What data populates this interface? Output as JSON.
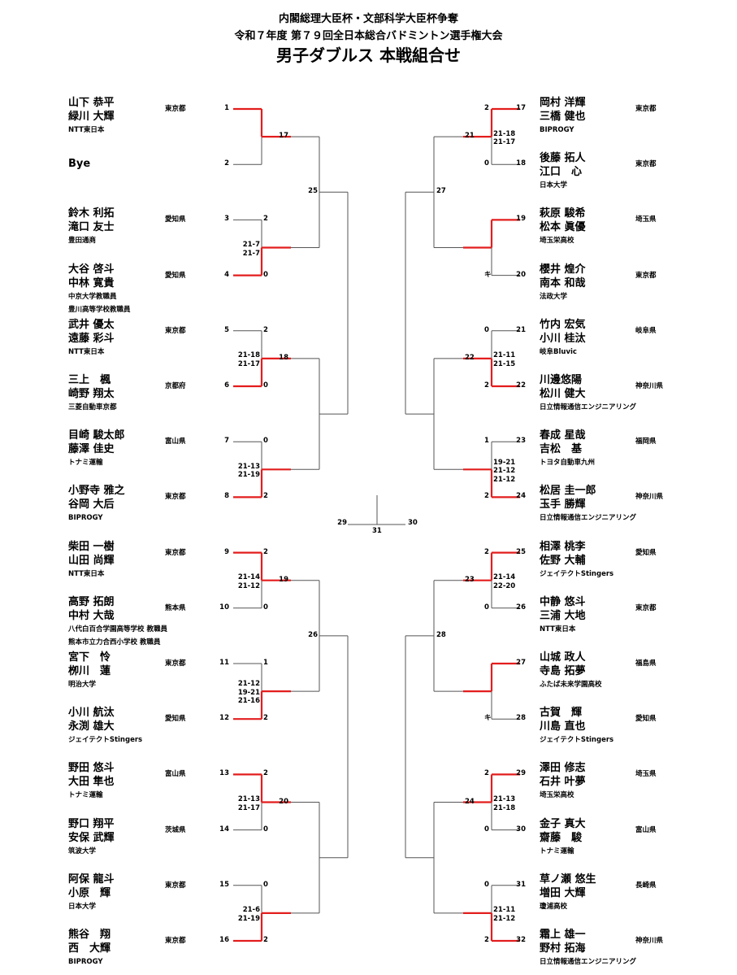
{
  "header": {
    "line1": "内閣総理大臣杯・文部科学大臣杯争奪",
    "line2": "令和７年度 第７９回全日本総合バドミントン選手権大会",
    "title": "男子ダブルス 本戦組合せ"
  },
  "left": [
    {
      "seed": "1",
      "names": [
        "山下 恭平",
        "緑川 大輝"
      ],
      "teams": [
        "NTT東日本"
      ],
      "pref": "東京都",
      "score": ""
    },
    {
      "seed": "2",
      "names": [
        "Bye"
      ],
      "teams": [],
      "pref": "",
      "score": ""
    },
    {
      "seed": "3",
      "names": [
        "鈴木 利拓",
        "滝口 友士"
      ],
      "teams": [
        "豊田通商"
      ],
      "pref": "愛知県",
      "score": "2"
    },
    {
      "seed": "4",
      "names": [
        "大谷 啓斗",
        "中林 寛貴"
      ],
      "teams": [
        "中京大学教職員",
        "豊川高等学校教職員"
      ],
      "pref": "愛知県",
      "score": "0"
    },
    {
      "seed": "5",
      "names": [
        "武井 優太",
        "遠藤 彩斗"
      ],
      "teams": [
        "NTT東日本"
      ],
      "pref": "東京都",
      "score": "2"
    },
    {
      "seed": "6",
      "names": [
        "三上　楓",
        "崎野 翔太"
      ],
      "teams": [
        "三菱自動車京都"
      ],
      "pref": "京都府",
      "score": "0"
    },
    {
      "seed": "7",
      "names": [
        "目崎 駿太郎",
        "藤澤 佳史"
      ],
      "teams": [
        "トナミ運輸"
      ],
      "pref": "富山県",
      "score": "0"
    },
    {
      "seed": "8",
      "names": [
        "小野寺 雅之",
        "谷岡 大后"
      ],
      "teams": [
        "BIPROGY"
      ],
      "pref": "東京都",
      "score": "2"
    },
    {
      "seed": "9",
      "names": [
        "柴田 一樹",
        "山田 尚輝"
      ],
      "teams": [
        "NTT東日本"
      ],
      "pref": "東京都",
      "score": "2"
    },
    {
      "seed": "10",
      "names": [
        "高野 拓朗",
        "中村 大哉"
      ],
      "teams": [
        "八代白百合学園高等学校 教職員",
        "熊本市立力合西小学校 教職員"
      ],
      "pref": "熊本県",
      "score": "0"
    },
    {
      "seed": "11",
      "names": [
        "宮下　怜",
        "栁川　蓮"
      ],
      "teams": [
        "明治大学"
      ],
      "pref": "東京都",
      "score": "1"
    },
    {
      "seed": "12",
      "names": [
        "小川 航汰",
        "永渕 雄大"
      ],
      "teams": [
        "ジェイテクトStingers"
      ],
      "pref": "愛知県",
      "score": "2"
    },
    {
      "seed": "13",
      "names": [
        "野田 悠斗",
        "大田 隼也"
      ],
      "teams": [
        "トナミ運輸"
      ],
      "pref": "富山県",
      "score": "2"
    },
    {
      "seed": "14",
      "names": [
        "野口 翔平",
        "安保 武輝"
      ],
      "teams": [
        "筑波大学"
      ],
      "pref": "茨城県",
      "score": "0"
    },
    {
      "seed": "15",
      "names": [
        "阿保 龍斗",
        "小原　輝"
      ],
      "teams": [
        "日本大学"
      ],
      "pref": "東京都",
      "score": "0"
    },
    {
      "seed": "16",
      "names": [
        "熊谷　翔",
        "西　大輝"
      ],
      "teams": [
        "BIPROGY"
      ],
      "pref": "東京都",
      "score": "2"
    }
  ],
  "right": [
    {
      "seed": "17",
      "names": [
        "岡村 洋輝",
        "三橋 健也"
      ],
      "teams": [
        "BIPROGY"
      ],
      "pref": "東京都",
      "score": "2"
    },
    {
      "seed": "18",
      "names": [
        "後藤 拓人",
        "江口　心"
      ],
      "teams": [
        "日本大学"
      ],
      "pref": "東京都",
      "score": "0"
    },
    {
      "seed": "19",
      "names": [
        "萩原 駿希",
        "松本 眞優"
      ],
      "teams": [
        "埼玉栄高校"
      ],
      "pref": "埼玉県",
      "score": ""
    },
    {
      "seed": "20",
      "names": [
        "櫻井 煌介",
        "南本 和哉"
      ],
      "teams": [
        "法政大学"
      ],
      "pref": "東京都",
      "score": "キ"
    },
    {
      "seed": "21",
      "names": [
        "竹内 宏気",
        "小川 桂汰"
      ],
      "teams": [
        "岐阜Bluvic"
      ],
      "pref": "岐阜県",
      "score": "0"
    },
    {
      "seed": "22",
      "names": [
        "川邊悠陽",
        "松川 健大"
      ],
      "teams": [
        "日立情報通信エンジニアリング"
      ],
      "pref": "神奈川県",
      "score": "2"
    },
    {
      "seed": "23",
      "names": [
        "春成 星哉",
        "吉松　基"
      ],
      "teams": [
        "トヨタ自動車九州"
      ],
      "pref": "福岡県",
      "score": "1"
    },
    {
      "seed": "24",
      "names": [
        "松居 圭一郎",
        "玉手 勝輝"
      ],
      "teams": [
        "日立情報通信エンジニアリング"
      ],
      "pref": "神奈川県",
      "score": "2"
    },
    {
      "seed": "25",
      "names": [
        "相澤 桃李",
        "佐野 大輔"
      ],
      "teams": [
        "ジェイテクトStingers"
      ],
      "pref": "愛知県",
      "score": "2"
    },
    {
      "seed": "26",
      "names": [
        "中静 悠斗",
        "三浦 大地"
      ],
      "teams": [
        "NTT東日本"
      ],
      "pref": "東京都",
      "score": "0"
    },
    {
      "seed": "27",
      "names": [
        "山城 政人",
        "寺島 拓夢"
      ],
      "teams": [
        "ふたば未来学園高校"
      ],
      "pref": "福島県",
      "score": ""
    },
    {
      "seed": "28",
      "names": [
        "古賀　輝",
        "川島 直也"
      ],
      "teams": [
        "ジェイテクトStingers"
      ],
      "pref": "愛知県",
      "score": "キ"
    },
    {
      "seed": "29",
      "names": [
        "澤田 修志",
        "石井 叶夢"
      ],
      "teams": [
        "埼玉栄高校"
      ],
      "pref": "埼玉県",
      "score": "2"
    },
    {
      "seed": "30",
      "names": [
        "金子 真大",
        "齋藤　駿"
      ],
      "teams": [
        "トナミ運輸"
      ],
      "pref": "富山県",
      "score": "0"
    },
    {
      "seed": "31",
      "names": [
        "草ノ瀬 悠生",
        "増田 大輝"
      ],
      "teams": [
        "瓊浦高校"
      ],
      "pref": "長崎県",
      "score": "0"
    },
    {
      "seed": "32",
      "names": [
        "霜上 雄一",
        "野村 拓海"
      ],
      "teams": [
        "日立情報通信エンジニアリング"
      ],
      "pref": "神奈川県",
      "score": "2"
    }
  ],
  "r1_scores": {
    "left": [
      [],
      [
        "21-7",
        "21-7"
      ],
      [
        "21-18",
        "21-17"
      ],
      [
        "21-13",
        "21-19"
      ],
      [
        "21-14",
        "21-12"
      ],
      [
        "21-12",
        "19-21",
        "21-16"
      ],
      [
        "21-13",
        "21-17"
      ],
      [
        "21-6",
        "21-19"
      ]
    ],
    "right": [
      [
        "21-18",
        "21-17"
      ],
      [],
      [
        "21-11",
        "21-15"
      ],
      [
        "19-21",
        "21-12",
        "21-12"
      ],
      [
        "21-14",
        "22-20"
      ],
      [],
      [
        "21-13",
        "21-18"
      ],
      [
        "21-11",
        "21-12"
      ]
    ]
  },
  "r1_winner": {
    "left": [
      "top",
      "bottom",
      "bottom",
      "bottom",
      "top",
      "bottom",
      "top",
      "bottom"
    ],
    "right": [
      "top",
      "top",
      "bottom",
      "bottom",
      "top",
      "top",
      "top",
      "bottom"
    ]
  },
  "match_numbers": {
    "left_r2": [
      "17",
      "18",
      "19",
      "20"
    ],
    "left_qf": [
      "25",
      "26"
    ],
    "left_sf": "29",
    "right_r2": [
      "21",
      "22",
      "23",
      "24"
    ],
    "right_qf": [
      "27",
      "28"
    ],
    "right_sf": "30",
    "final": "31"
  },
  "colors": {
    "win": "#e31d1d",
    "line": "#555555"
  }
}
